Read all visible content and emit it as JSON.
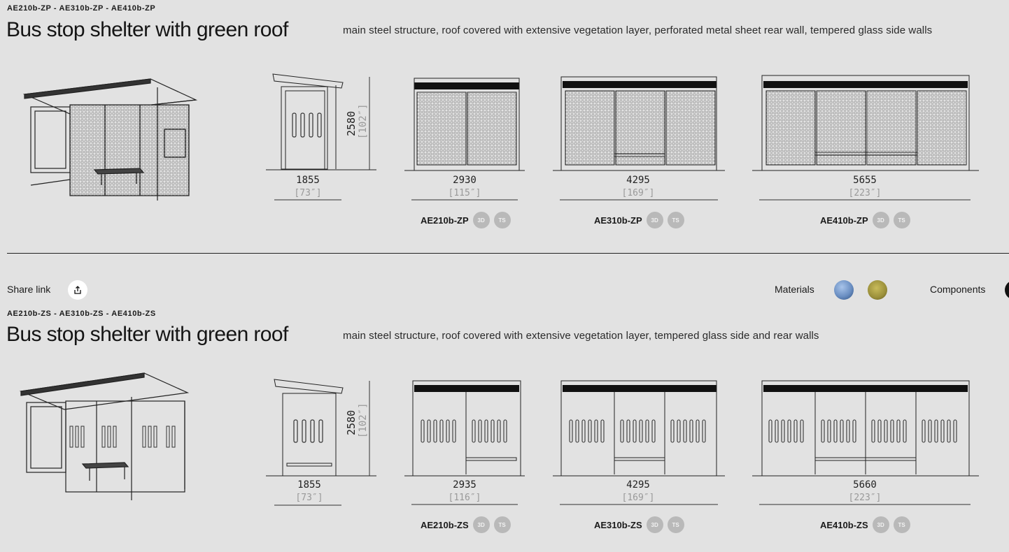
{
  "sections": [
    {
      "codes": "AE210b-ZP - AE310b-ZP - AE410b-ZP",
      "title": "Bus stop shelter with green roof",
      "description": "main steel structure, roof covered with extensive vegetation layer, perforated metal sheet rear wall, tempered glass side walls",
      "side_height_mm": "2580",
      "side_height_in": "[102″]",
      "variants": [
        {
          "width_mm": "1855",
          "width_in": "[73″]"
        },
        {
          "width_mm": "2930",
          "width_in": "[115″]",
          "model": "AE210b-ZP",
          "badge_3d": "3D",
          "badge_ts": "TS"
        },
        {
          "width_mm": "4295",
          "width_in": "[169″]",
          "model": "AE310b-ZP",
          "badge_3d": "3D",
          "badge_ts": "TS"
        },
        {
          "width_mm": "5655",
          "width_in": "[223″]",
          "model": "AE410b-ZP",
          "badge_3d": "3D",
          "badge_ts": "TS"
        }
      ]
    },
    {
      "codes": "AE210b-ZS - AE310b-ZS - AE410b-ZS",
      "title": "Bus stop shelter with green roof",
      "description": "main steel structure, roof covered with extensive vegetation layer, tempered glass side and rear walls",
      "side_height_mm": "2580",
      "side_height_in": "[102″]",
      "variants": [
        {
          "width_mm": "1855",
          "width_in": "[73″]"
        },
        {
          "width_mm": "2935",
          "width_in": "[116″]",
          "model": "AE210b-ZS",
          "badge_3d": "3D",
          "badge_ts": "TS"
        },
        {
          "width_mm": "4295",
          "width_in": "[169″]",
          "model": "AE310b-ZS",
          "badge_3d": "3D",
          "badge_ts": "TS"
        },
        {
          "width_mm": "5660",
          "width_in": "[223″]",
          "model": "AE410b-ZS",
          "badge_3d": "3D",
          "badge_ts": "TS"
        }
      ]
    }
  ],
  "toolbar": {
    "share_label": "Share link",
    "materials_label": "Materials",
    "components_label": "Components",
    "share_icon": "share-icon",
    "material_swatches": [
      {
        "name": "steel-glass-material",
        "color": "#6b8fc2"
      },
      {
        "name": "vegetation-material",
        "color": "#9a8f3a"
      }
    ]
  },
  "colors": {
    "background": "#e2e2e2",
    "badge": "#b9b9b9",
    "inch_text": "#999999"
  }
}
